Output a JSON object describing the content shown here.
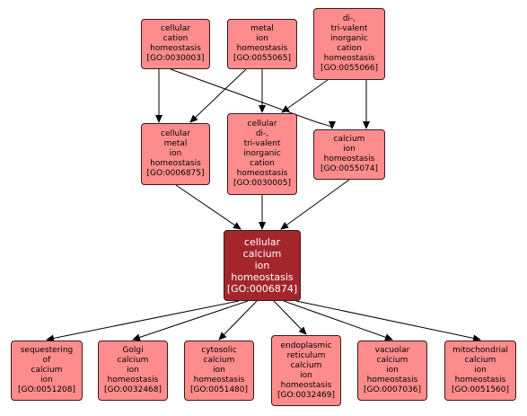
{
  "colors": {
    "node_fill": "#ff8c8c",
    "focus_fill": "#a3262c",
    "edge": "#000000"
  },
  "nodes": [
    {
      "id": "n_cation",
      "lines": [
        "cellular",
        "cation",
        "homeostasis",
        "[GO:0030003]"
      ]
    },
    {
      "id": "n_metalion",
      "lines": [
        "metal",
        "ion",
        "homeostasis",
        "[GO:0055065]"
      ]
    },
    {
      "id": "n_ditri",
      "lines": [
        "di-,",
        "tri-valent",
        "inorganic",
        "cation",
        "homeostasis",
        "[GO:0055066]"
      ]
    },
    {
      "id": "n_cellmetal",
      "lines": [
        "cellular",
        "metal",
        "ion",
        "homeostasis",
        "[GO:0006875]"
      ]
    },
    {
      "id": "n_cellditri",
      "lines": [
        "cellular",
        "di-,",
        "tri-valent",
        "inorganic",
        "cation",
        "homeostasis",
        "[GO:0030005]"
      ]
    },
    {
      "id": "n_calcium",
      "lines": [
        "calcium",
        "ion",
        "homeostasis",
        "[GO:0055074]"
      ]
    },
    {
      "id": "n_focus",
      "lines": [
        "cellular",
        "calcium",
        "ion",
        "homeostasis",
        "[GO:0006874]"
      ]
    },
    {
      "id": "n_seq",
      "lines": [
        "sequestering",
        "of",
        "calcium",
        "ion",
        "[GO:0051208]"
      ]
    },
    {
      "id": "n_golgi",
      "lines": [
        "Golgi",
        "calcium",
        "ion",
        "homeostasis",
        "[GO:0032468]"
      ]
    },
    {
      "id": "n_cyto",
      "lines": [
        "cytosolic",
        "calcium",
        "ion",
        "homeostasis",
        "[GO:0051480]"
      ]
    },
    {
      "id": "n_er",
      "lines": [
        "endoplasmic",
        "reticulum",
        "calcium",
        "ion",
        "homeostasis",
        "[GO:0032469]"
      ]
    },
    {
      "id": "n_vac",
      "lines": [
        "vacuolar",
        "calcium",
        "ion",
        "homeostasis",
        "[GO:0007036]"
      ]
    },
    {
      "id": "n_mito",
      "lines": [
        "mitochondrial",
        "calcium",
        "ion",
        "homeostasis",
        "[GO:0051560]"
      ]
    }
  ],
  "edges": [
    {
      "from": "n_cation",
      "to": "n_cellmetal"
    },
    {
      "from": "n_cation",
      "to": "n_calcium"
    },
    {
      "from": "n_metalion",
      "to": "n_cellmetal"
    },
    {
      "from": "n_metalion",
      "to": "n_cellditri"
    },
    {
      "from": "n_ditri",
      "to": "n_cellditri"
    },
    {
      "from": "n_ditri",
      "to": "n_calcium"
    },
    {
      "from": "n_cellmetal",
      "to": "n_focus"
    },
    {
      "from": "n_cellditri",
      "to": "n_focus"
    },
    {
      "from": "n_calcium",
      "to": "n_focus"
    },
    {
      "from": "n_focus",
      "to": "n_seq"
    },
    {
      "from": "n_focus",
      "to": "n_golgi"
    },
    {
      "from": "n_focus",
      "to": "n_cyto"
    },
    {
      "from": "n_focus",
      "to": "n_er"
    },
    {
      "from": "n_focus",
      "to": "n_vac"
    },
    {
      "from": "n_focus",
      "to": "n_mito"
    }
  ]
}
